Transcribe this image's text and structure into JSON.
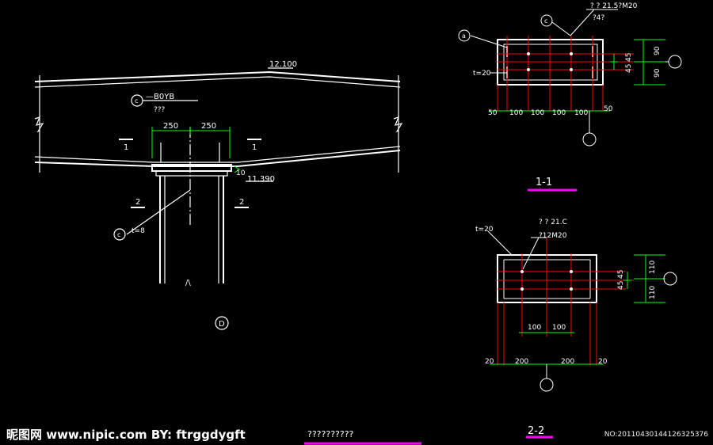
{
  "elevation": {
    "top_level": "12.100",
    "bottom_level": "11.390",
    "top_level_offset": "10",
    "beam_callout": "—B0YB",
    "beam_callout_sub": "???",
    "dim_left": "250",
    "dim_right": "250",
    "section_mark_1": "1",
    "section_mark_2": "2",
    "col_thickness": "t=8",
    "break_mark": "/\\",
    "circle_c": "c",
    "circle_top": "c",
    "axis_label": "D"
  },
  "section_1": {
    "title": "1-1",
    "circle_a": "a",
    "circle_c": "c",
    "bolt_note": "? ?  21.5?M20",
    "bolt_note2": "?4?",
    "plate_thickness": "t=20",
    "dims_bottom": [
      "50",
      "100",
      "100",
      "100",
      "100",
      "50"
    ],
    "dims_right": [
      "45",
      "45"
    ],
    "dims_right_outer": [
      "90",
      "90"
    ]
  },
  "section_2": {
    "title": "2-2",
    "bolt_note": "? ?  21.C",
    "bolt_note2": "?12M20",
    "plate_thickness": "t=20",
    "dims_inner": [
      "100",
      "100"
    ],
    "dims_bottom": [
      "20",
      "200",
      "200",
      "20"
    ],
    "dims_right": [
      "45",
      "45"
    ],
    "dims_right_outer": [
      "110",
      "110"
    ]
  },
  "footer": {
    "caption": "??????????",
    "watermark": "昵图网 www.nipic.com   BY: ftrggdygft",
    "id_text": "NO:20110430144126325376"
  }
}
